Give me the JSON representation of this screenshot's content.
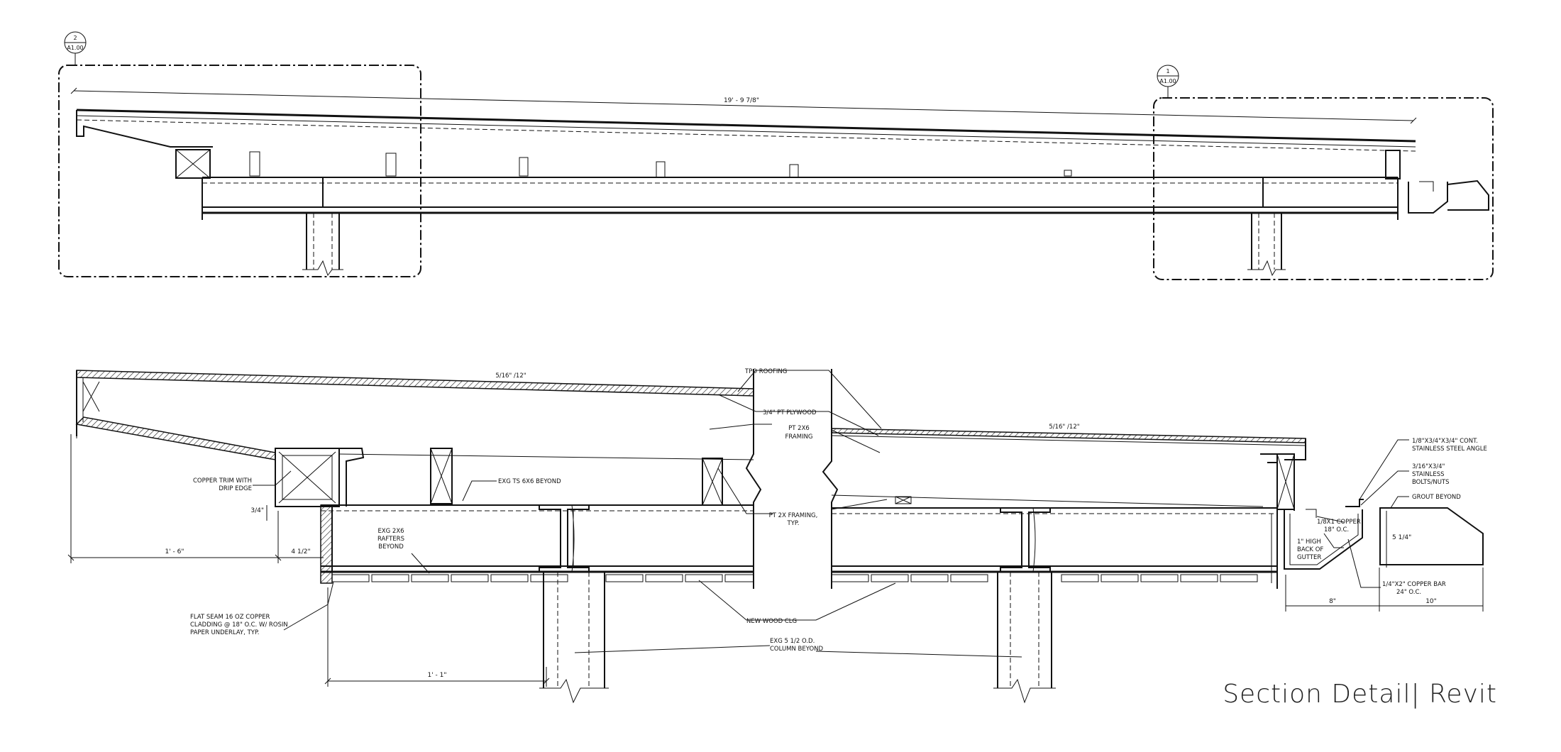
{
  "title": "Section Detail| Revit",
  "callouts": [
    {
      "number": "2",
      "sheet": "A1.00"
    },
    {
      "number": "1",
      "sheet": "A1.00"
    }
  ],
  "overall_dimension": "19' - 9 7/8\"",
  "slope_left": "5/16\" /12\"",
  "slope_right": "5/16\" /12\"",
  "labels": {
    "tpo_roofing": "TPO ROOFING",
    "plywood": "3/4\" PT PLYWOOD",
    "pt_framing_1": "PT 2X6",
    "pt_framing_2": "FRAMING",
    "copper_trim_1": "COPPER TRIM WITH",
    "copper_trim_2": "DRIP EDGE",
    "exg_ts": "EXG TS 6X6 BEYOND",
    "exg_rafters_1": "EXG 2X6",
    "exg_rafters_2": "RAFTERS",
    "exg_rafters_3": "BEYOND",
    "pt2x_framing_1": "PT 2X FRAMING,",
    "pt2x_framing_2": "TYP.",
    "flat_seam_1": "FLAT SEAM 16 OZ COPPER",
    "flat_seam_2": "CLADDING @ 18\" O.C. W/ ROSIN",
    "flat_seam_3": "PAPER UNDERLAY, TYP.",
    "new_wood_clg": "NEW WOOD CLG",
    "exg_column_1": "EXG 5 1/2 O.D.",
    "exg_column_2": "COLUMN BEYOND",
    "steel_angle_1": "1/8\"X3/4\"X3/4\" CONT.",
    "steel_angle_2": "STAINLESS STEEL ANGLE",
    "bolts_1": "3/16\"X3/4\"",
    "bolts_2": "STAINLESS",
    "bolts_3": "BOLTS/NUTS",
    "grout": "GROUT BEYOND",
    "copper_1": "1/8X1 COPPER",
    "copper_2": "18\" O.C.",
    "gutter_1": "1\" HIGH",
    "gutter_2": "BACK OF",
    "gutter_3": "GUTTER",
    "copper_bar_1": "1/4\"X2\" COPPER BAR",
    "copper_bar_2": "24\" O.C."
  },
  "dimensions": {
    "overhang": "1' - 6\"",
    "offset": "4 1/2\"",
    "trim_height": "3/4\"",
    "column_offset": "1' - 1\"",
    "gutter_height": "5 1/4\"",
    "gutter_width": "8\"",
    "curb_width": "10\""
  }
}
